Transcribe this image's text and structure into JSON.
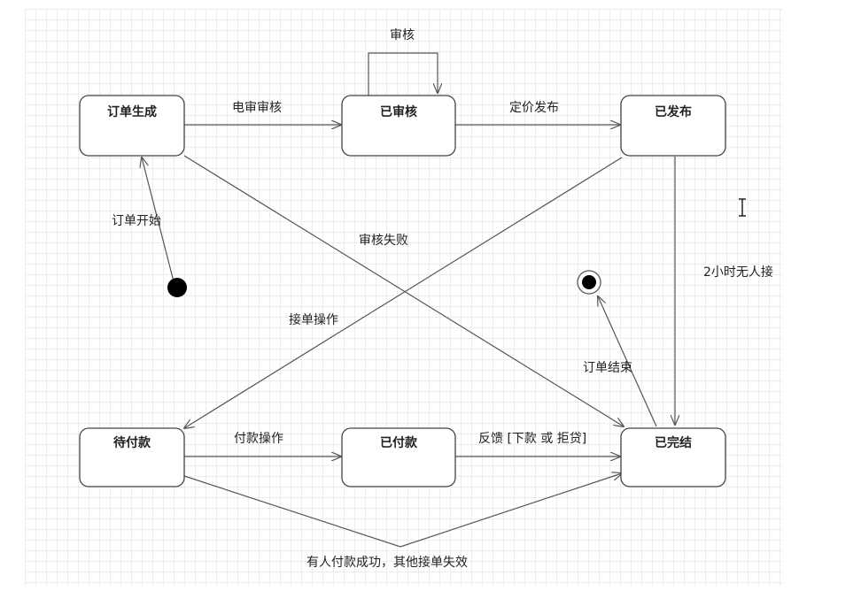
{
  "diagram": {
    "states": {
      "order_created": "订单生成",
      "reviewed": "已审核",
      "published": "已发布",
      "pending_payment": "待付款",
      "paid": "已付款",
      "completed": "已完结"
    },
    "transitions": {
      "phone_review": "电审审核",
      "self_review": "审核",
      "pricing_publish": "定价发布",
      "order_start": "订单开始",
      "review_failed": "审核失败",
      "accept_order": "接单操作",
      "no_taker_2h": "2小时无人接",
      "order_end": "订单结束",
      "payment_action": "付款操作",
      "feedback": "反馈 [下款 或 拒贷]",
      "paid_others_fail": "有人付款成功，其他接单失效"
    }
  }
}
